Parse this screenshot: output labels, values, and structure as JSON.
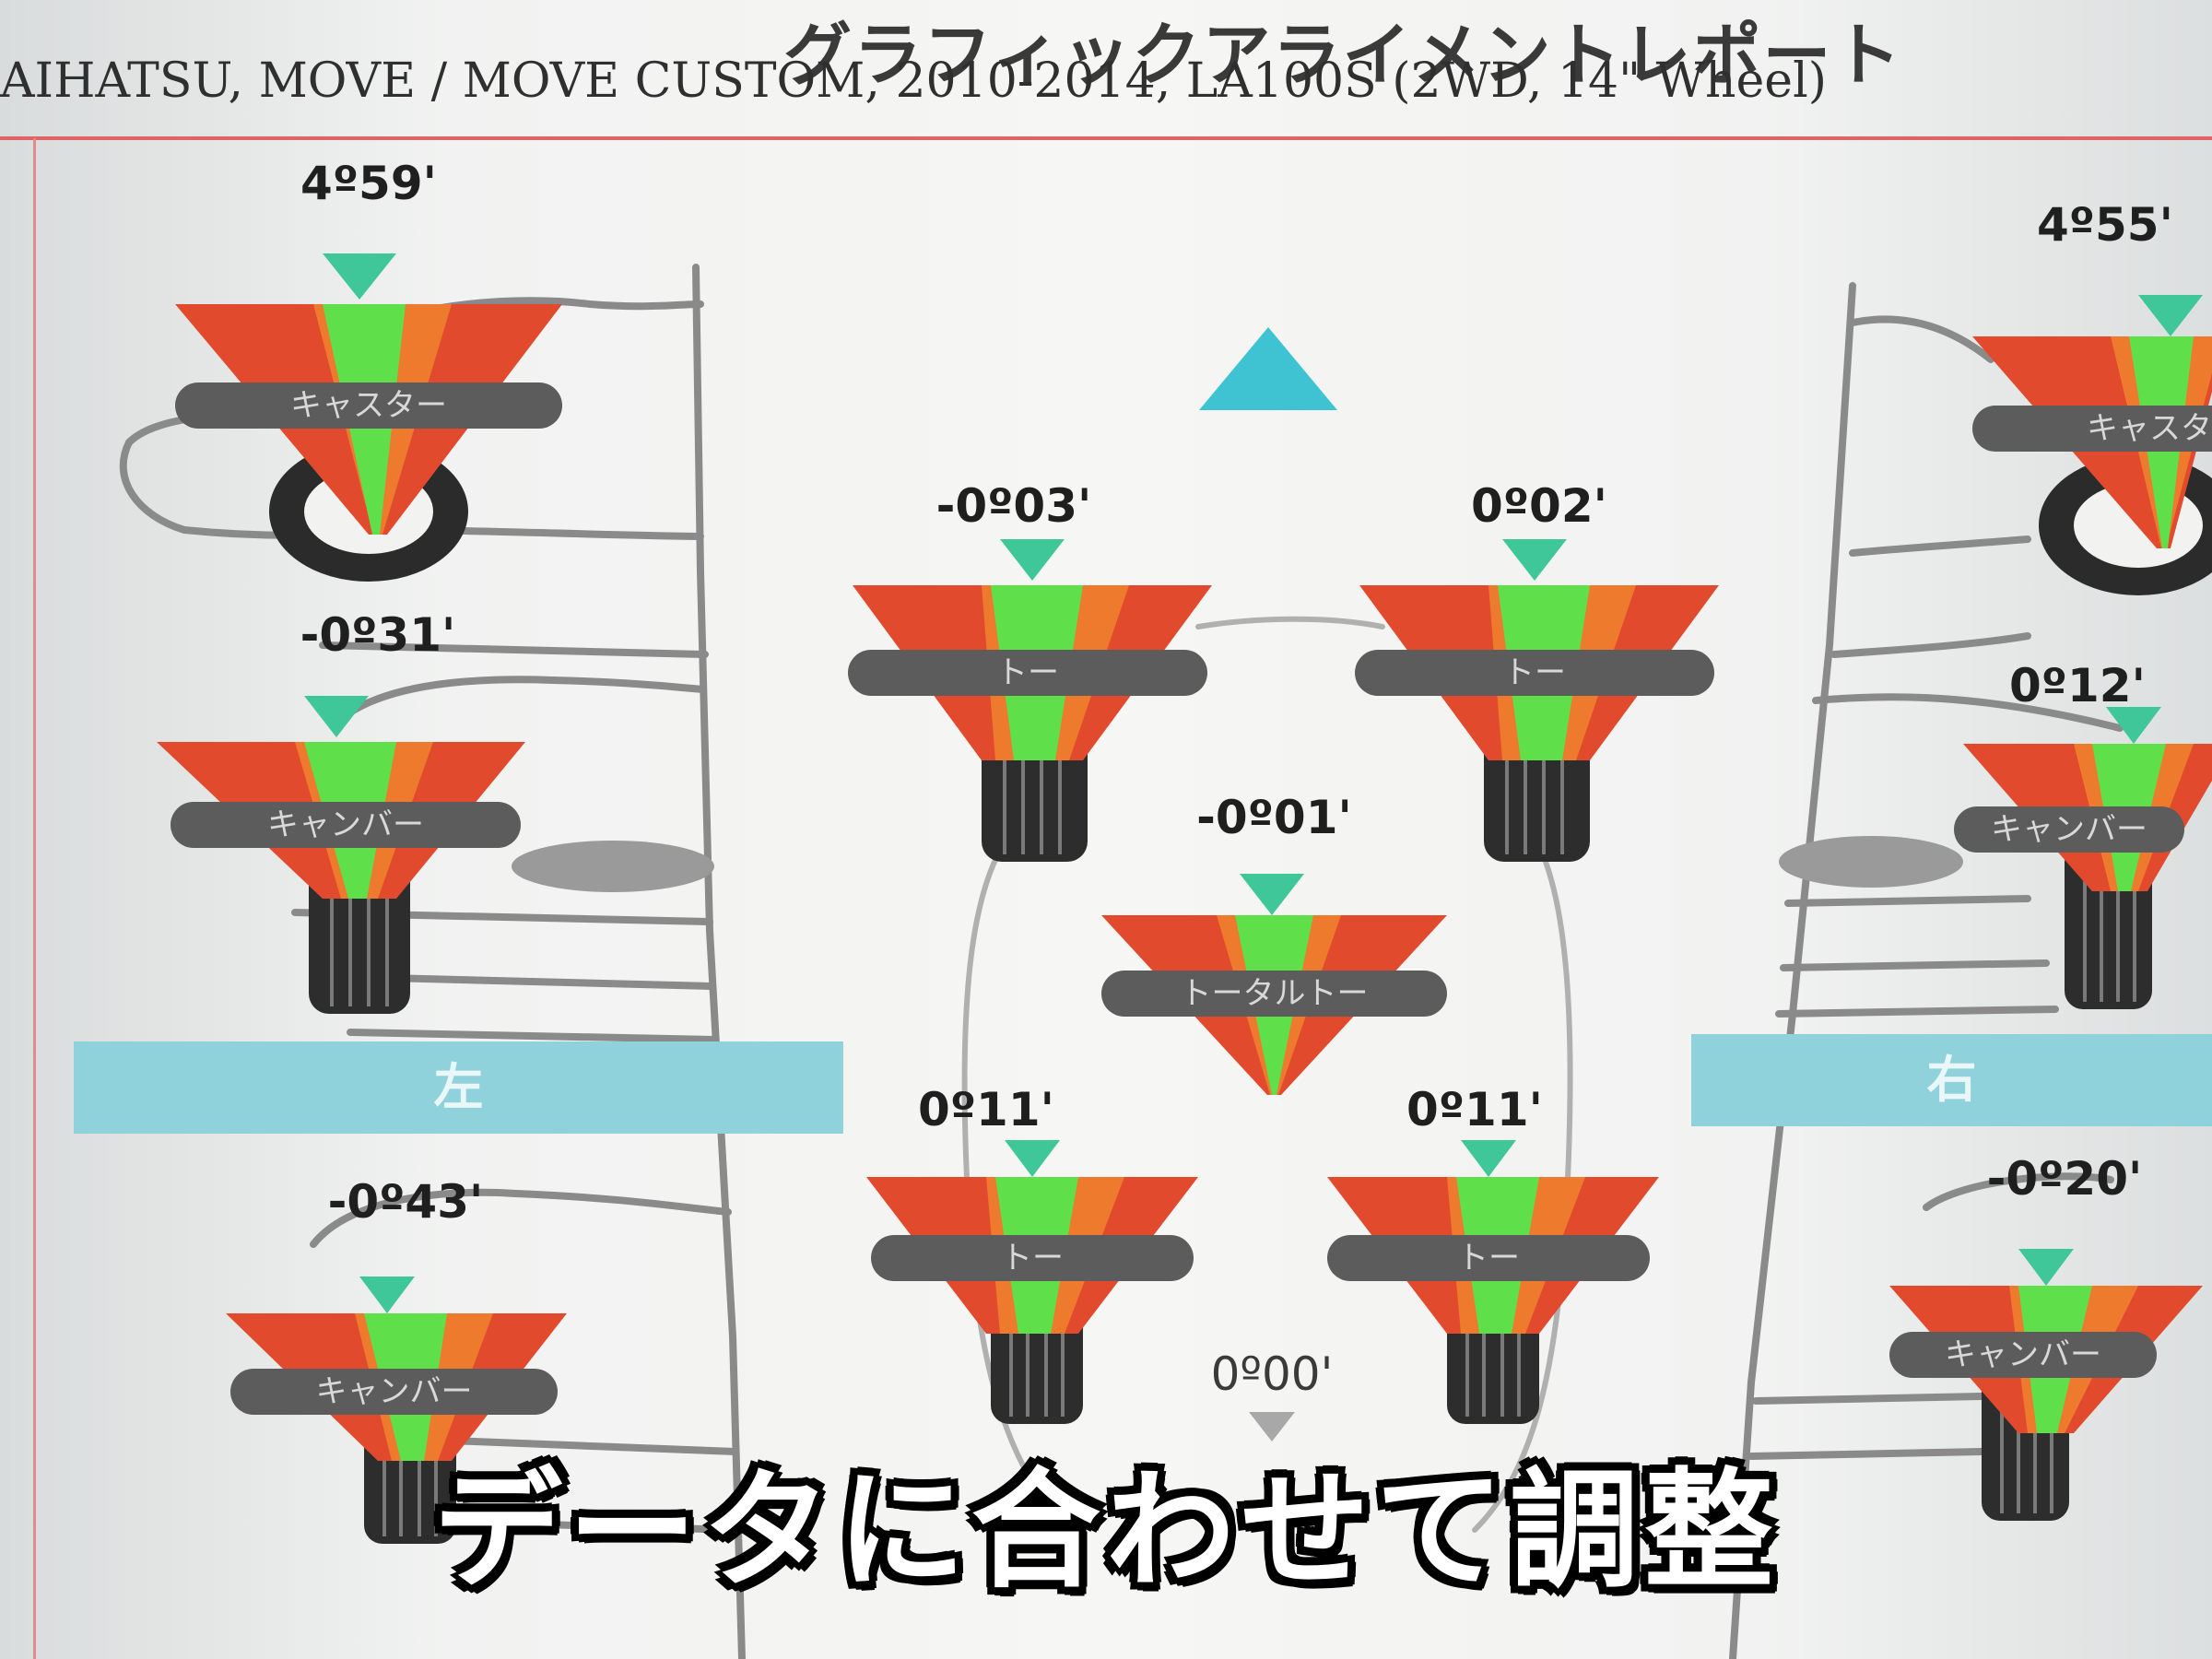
{
  "report": {
    "title": "グラフィックアライメントレポート",
    "vehicle": "AIHATSU, MOVE / MOVE CUSTOM, 2010-2014, LA100S (2WD, 14\" Wheel)"
  },
  "sides": {
    "left": "左",
    "right": "右"
  },
  "gauges": {
    "front_left_caster": {
      "value": "4º59'",
      "label": "キャスター"
    },
    "front_right_caster": {
      "value": "4º55'",
      "label": "キャスタ"
    },
    "front_left_camber": {
      "value": "-0º31'",
      "label": "キャンバー"
    },
    "front_right_camber": {
      "value": "0º12'",
      "label": "キャンバー"
    },
    "front_left_toe": {
      "value": "-0º03'",
      "label": "トー"
    },
    "front_right_toe": {
      "value": "0º02'",
      "label": "トー"
    },
    "front_total_toe": {
      "value": "-0º01'",
      "label": "トータルトー"
    },
    "rear_left_toe": {
      "value": "0º11'",
      "label": "トー"
    },
    "rear_right_toe": {
      "value": "0º11'",
      "label": "トー"
    },
    "rear_left_camber": {
      "value": "-0º43'",
      "label": "キャンバー"
    },
    "rear_right_camber": {
      "value": "-0º20'",
      "label": "キャンバー"
    },
    "rear_total_toe": {
      "value": "0º00'"
    }
  },
  "caption": "データに合わせて調整",
  "colors": {
    "red": "#e24a2e",
    "orange": "#ee7a2e",
    "green": "#5fe04a",
    "pointer": "#3fc79a",
    "side_bar": "#8fd2dc",
    "direction": "#3fc3d3"
  },
  "icons": [
    "forward-arrow-icon",
    "tire-icon",
    "pointer-icon"
  ]
}
